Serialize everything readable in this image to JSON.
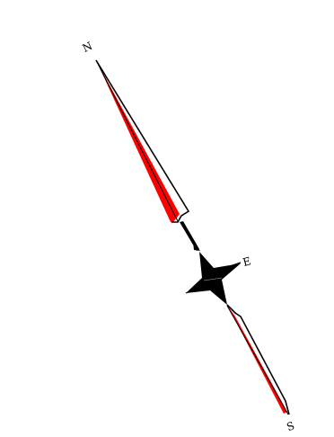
{
  "compass": {
    "labels": {
      "north": "N",
      "east": "E",
      "south": "S"
    },
    "colors": {
      "needle_fill": "#ff0000",
      "outline": "#000000",
      "rose_fill": "#000000",
      "background": "#ffffff"
    },
    "icons": [
      "compass-rose-icon",
      "north-needle-icon",
      "south-needle-icon"
    ]
  }
}
